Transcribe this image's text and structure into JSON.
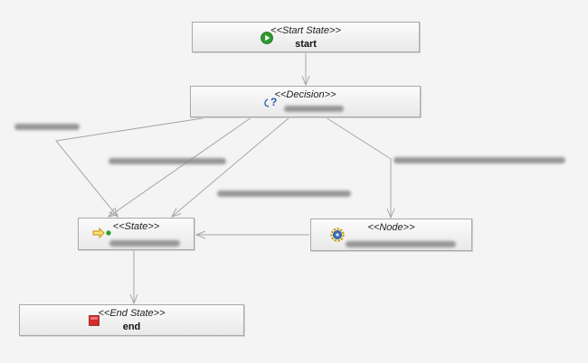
{
  "nodes": {
    "start": {
      "stereotype": "<<Start State>>",
      "name": "start",
      "icon": "play-icon",
      "color": "#2e9a2e"
    },
    "decision": {
      "stereotype": "<<Decision>>",
      "name": "",
      "icon": "decision-question-icon",
      "color": "#2a5db0"
    },
    "state": {
      "stereotype": "<<State>>",
      "name": "",
      "icon": "state-arrow-icon",
      "color": "#e5a400"
    },
    "node": {
      "stereotype": "<<Node>>",
      "name": "",
      "icon": "gear-icon",
      "color": "#3a6fb8"
    },
    "end": {
      "stereotype": "<<End State>>",
      "name": "end",
      "icon": "stop-icon",
      "color": "#d52b2b"
    }
  },
  "edges": [
    {
      "from": "start",
      "to": "decision",
      "label": ""
    },
    {
      "from": "decision",
      "to": "state",
      "label": ""
    },
    {
      "from": "decision",
      "to": "state",
      "label": ""
    },
    {
      "from": "decision",
      "to": "state",
      "label": ""
    },
    {
      "from": "decision",
      "to": "node",
      "label": ""
    },
    {
      "from": "node",
      "to": "state",
      "label": ""
    },
    {
      "from": "state",
      "to": "end",
      "label": ""
    }
  ],
  "colors": {
    "edge": "#a6a6a6",
    "node_border": "#a9a9a9"
  }
}
